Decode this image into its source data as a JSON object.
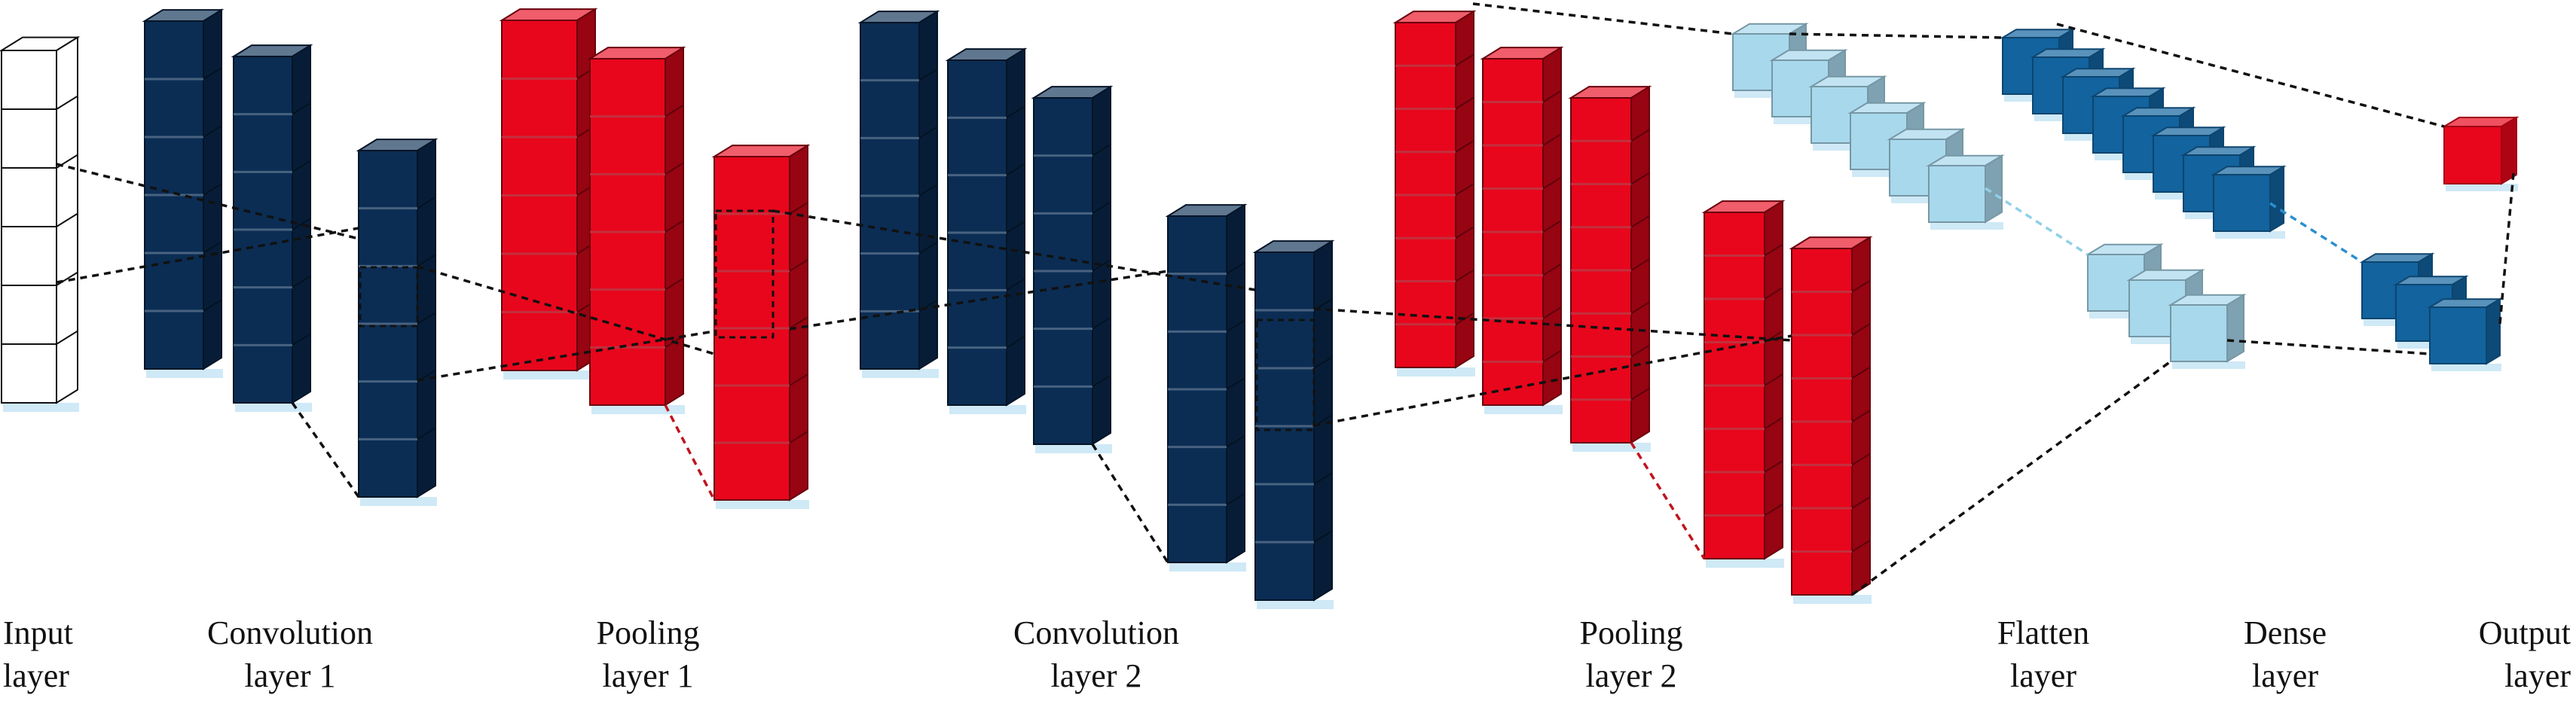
{
  "colors": {
    "input_fill": "#ffffff",
    "input_stroke": "#111111",
    "conv": "#0b2d54",
    "pool": "#e8061c",
    "flatten": "#a8d8ec",
    "dense": "#12639e",
    "output": "#e8061c",
    "base_shadow": "#cfe9f6",
    "connector": "#111111",
    "connector_red": "#c0141e",
    "connector_blue": "#2a8fd0",
    "connector_light": "#8fd0e8"
  },
  "labels": {
    "input": {
      "line1": "Input",
      "line2": "layer"
    },
    "conv1": {
      "line1": "Convolution",
      "line2": "layer 1"
    },
    "pool1": {
      "line1": "Pooling",
      "line2": "layer 1"
    },
    "conv2": {
      "line1": "Convolution",
      "line2": "layer 2"
    },
    "pool2": {
      "line1": "Pooling",
      "line2": "layer 2"
    },
    "flatten": {
      "line1": "Flatten",
      "line2": "layer"
    },
    "dense": {
      "line1": "Dense",
      "line2": "layer"
    },
    "output": {
      "line1": "Output",
      "line2": "layer"
    }
  }
}
